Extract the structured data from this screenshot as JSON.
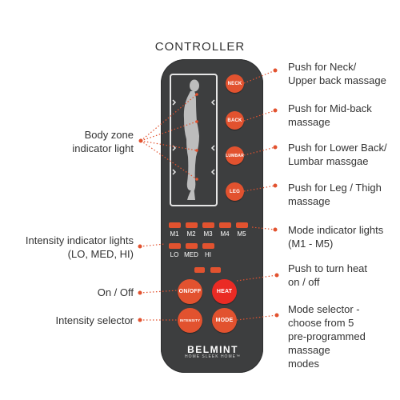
{
  "title": "CONTROLLER",
  "brand": {
    "name": "BELMINT",
    "tagline": "HOME SLEEK HOME™"
  },
  "buttons": {
    "neck": "NECK",
    "back": "BACK",
    "lumbar": "LUMBAR",
    "leg": "LEG",
    "onoff": "ON/OFF",
    "heat": "HEAT",
    "intensity": "INTENSITY",
    "mode": "MODE"
  },
  "mode_lights": [
    "M1",
    "M2",
    "M3",
    "M4",
    "M5"
  ],
  "intensity_lights": [
    "LO",
    "MED",
    "HI"
  ],
  "annotations": {
    "neck": [
      "Push for Neck/",
      "Upper back massage"
    ],
    "back": [
      "Push for Mid-back",
      "massage"
    ],
    "lumbar": [
      "Push for Lower Back/",
      "Lumbar massgae"
    ],
    "leg": [
      "Push for Leg / Thigh",
      "massage"
    ],
    "mode_indicator": [
      "Mode indicator lights",
      "(M1 - M5)"
    ],
    "heat": [
      "Push to turn heat",
      "on / off"
    ],
    "mode_selector": [
      "Mode selector -",
      "choose from 5",
      "pre-programmed",
      "massage",
      "modes"
    ],
    "body_zone": [
      "Body zone",
      "indicator light"
    ],
    "intensity_indicator": [
      "Intensity indicator lights",
      "(LO, MED, HI)"
    ],
    "onoff": [
      "On / Off"
    ],
    "intensity_selector": [
      "Intensity selector"
    ]
  },
  "colors": {
    "remote": "#3d3e3f",
    "button": "#e2522f",
    "heat_button": "#ea2b24",
    "callout": "#e2522f"
  }
}
